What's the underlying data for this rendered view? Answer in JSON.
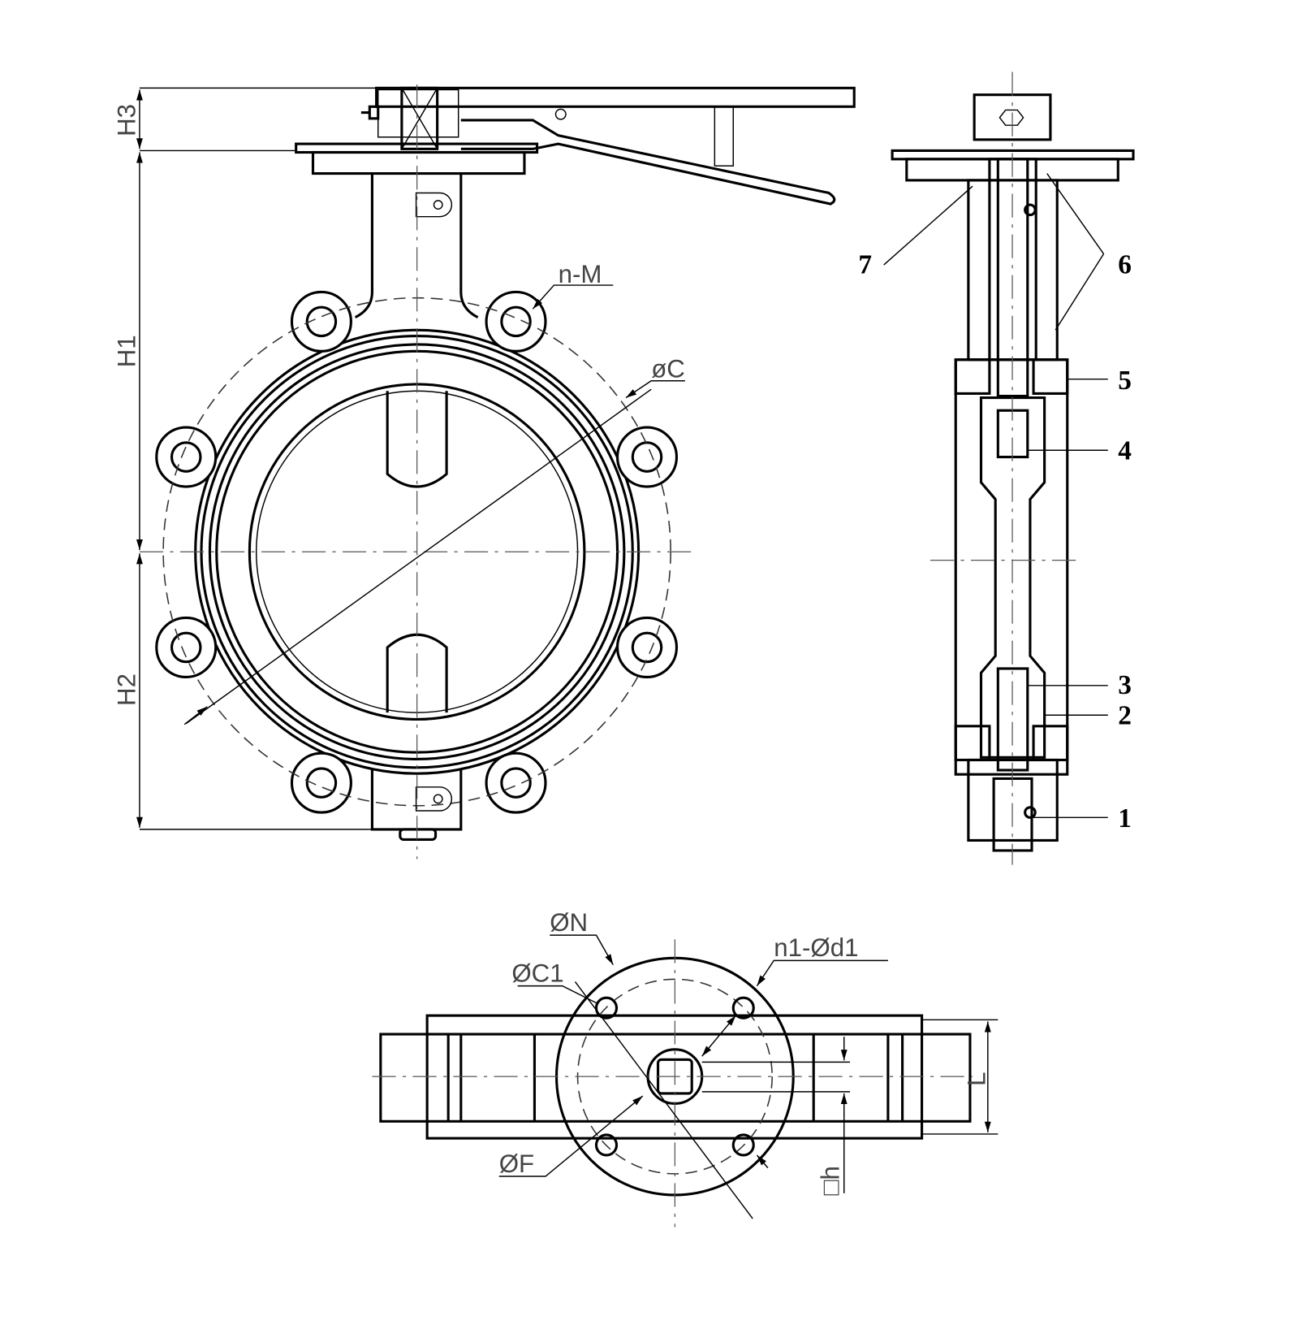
{
  "front_view": {
    "dimensions": {
      "h3": "H3",
      "h1": "H1",
      "h2": "H2",
      "bolt_holes": "n-M",
      "bolt_circle": "øC"
    }
  },
  "side_view": {
    "part_numbers": [
      "1",
      "2",
      "3",
      "4",
      "5",
      "6",
      "7"
    ]
  },
  "top_view": {
    "dimensions": {
      "top_flange": "ØN",
      "flange_pcd": "ØC1",
      "flange_holes": "n1-Ød1",
      "stem": "ØF",
      "stem_square": "□h",
      "length": "L"
    }
  },
  "colors": {
    "line": "#000000",
    "center_line": "#555555"
  }
}
